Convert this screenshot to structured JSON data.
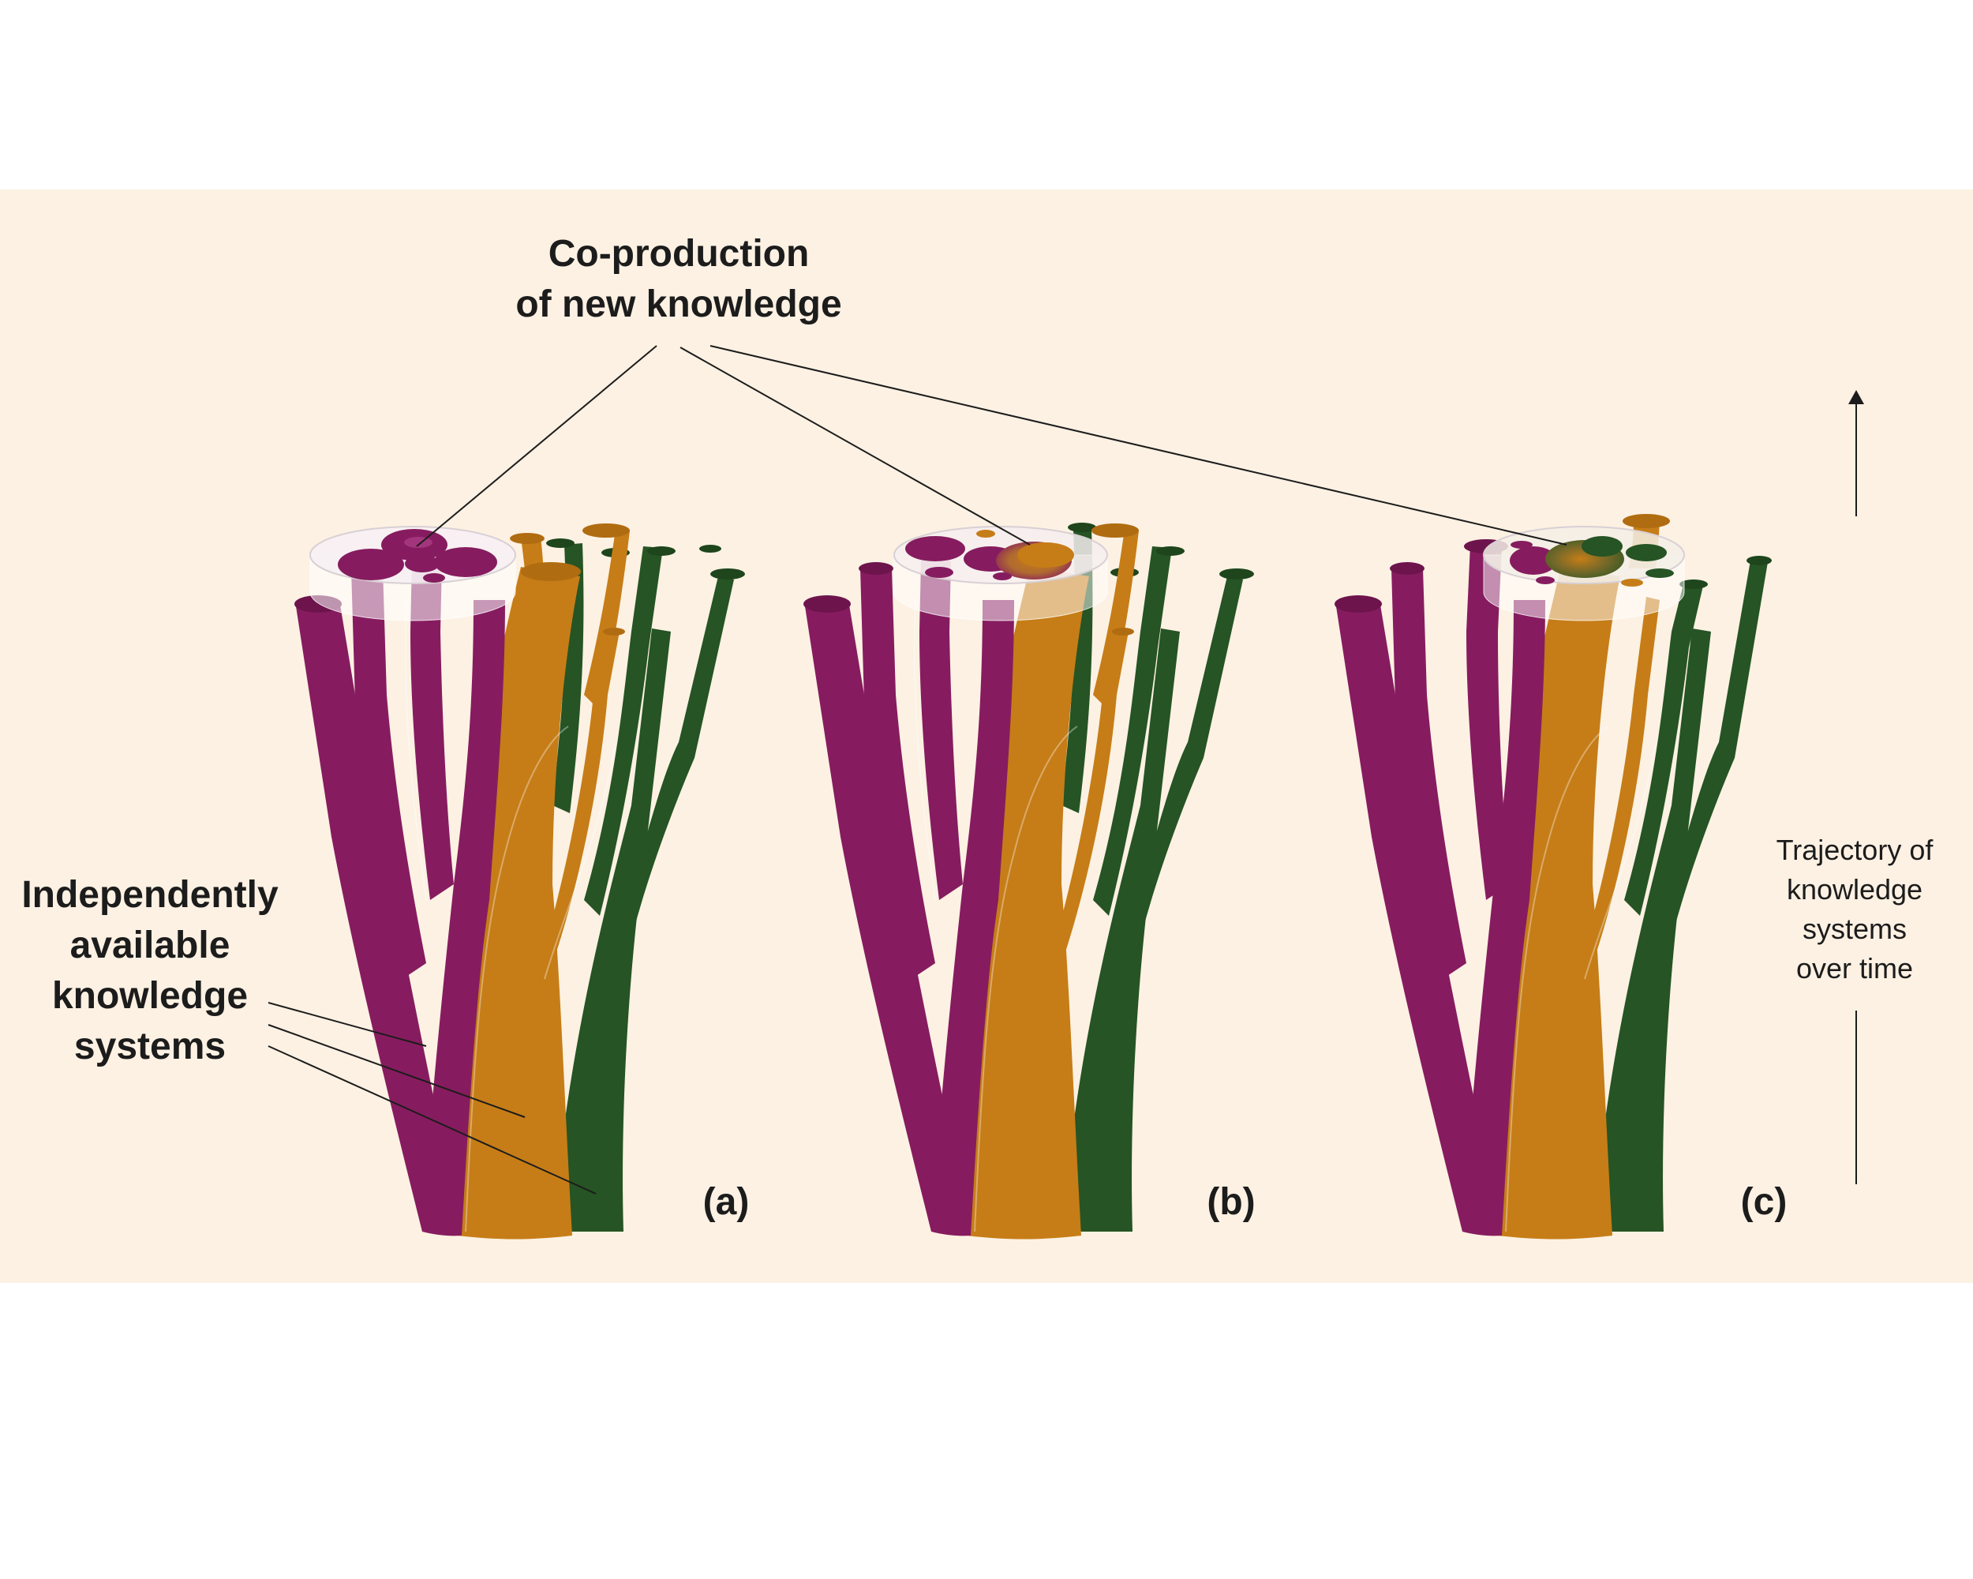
{
  "figure": {
    "top_label": [
      "Co-production",
      "of new knowledge"
    ],
    "left_label": [
      "Independently",
      "available",
      "knowledge",
      "systems"
    ],
    "right_label": [
      "Trajectory of",
      "knowledge",
      "systems",
      "over time"
    ],
    "panels": [
      "(a)",
      "(b)",
      "(c)"
    ]
  },
  "colors": {
    "background": "#fcf1e3",
    "purple": "#861c5f",
    "orange": "#c67d17",
    "green": "#265424",
    "disc": "#ffffff",
    "text": "#1c1c1c"
  }
}
